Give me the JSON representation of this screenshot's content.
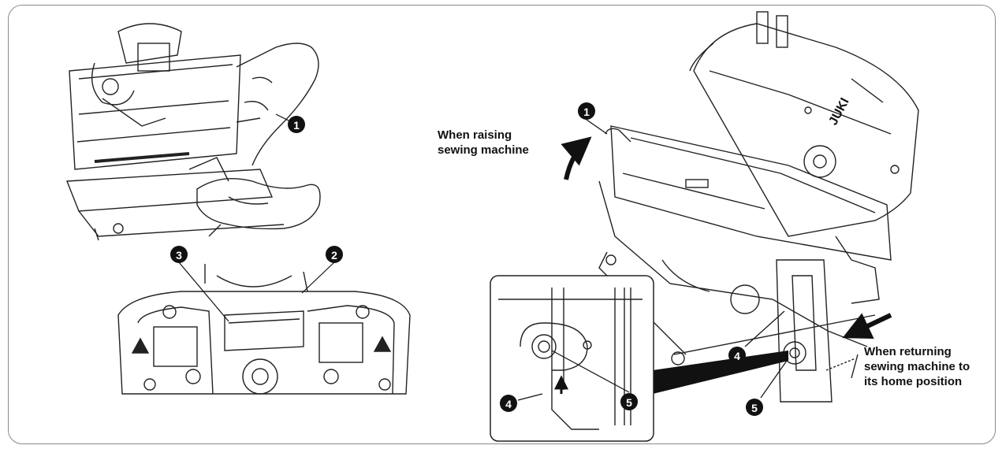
{
  "callouts": {
    "raising": [
      "When raising",
      "sewing machine"
    ],
    "returning": [
      "When returning",
      "sewing machine to",
      "its home position"
    ]
  },
  "brand": "JUKI",
  "markers": {
    "m1": "1",
    "m2": "2",
    "m3": "3",
    "m4": "4",
    "m5": "5"
  },
  "colors": {
    "ink": "#111111",
    "frame": "#8a8a8a"
  }
}
